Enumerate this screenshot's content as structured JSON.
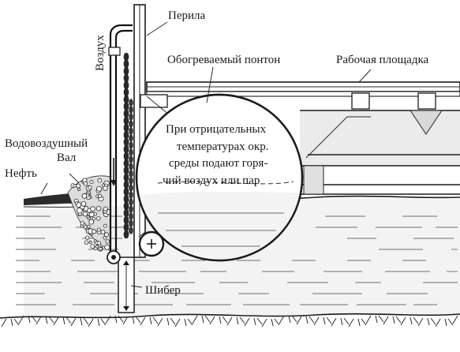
{
  "labels": {
    "railing": "Перила",
    "air": "Воздух",
    "heated_pontoon": "Обогреваемый понтон",
    "work_platform": "Рабочая площадка",
    "water_air_shaft_line1": "Водовоздушный",
    "water_air_shaft_line2": "Вал",
    "oil": "Нефть",
    "gate": "Шибер",
    "note_line1": "При отрицательных",
    "note_line2": "температурах окр.",
    "note_line3": "среды подают горя-",
    "note_line4": "чий воздух или пар"
  }
}
